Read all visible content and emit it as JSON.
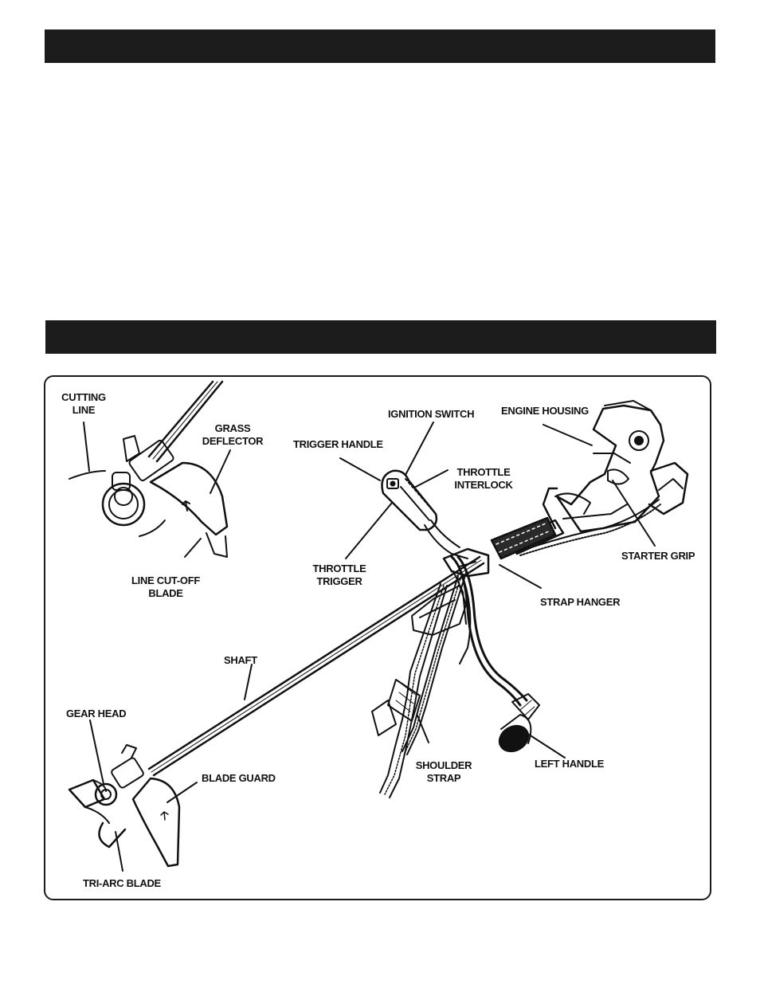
{
  "labels": {
    "cutting_line": [
      "CUTTING",
      "LINE"
    ],
    "grass_deflector": [
      "GRASS",
      "DEFLECTOR"
    ],
    "ignition_switch": "IGNITION SWITCH",
    "engine_housing": "ENGINE HOUSING",
    "trigger_handle": "TRIGGER HANDLE",
    "throttle_interlock": [
      "THROTTLE",
      "INTERLOCK"
    ],
    "starter_grip": "STARTER GRIP",
    "line_cutoff_blade": [
      "LINE CUT-OFF",
      "BLADE"
    ],
    "throttle_trigger": [
      "THROTTLE",
      "TRIGGER"
    ],
    "strap_hanger": "STRAP HANGER",
    "shaft": "SHAFT",
    "gear_head": "GEAR HEAD",
    "blade_guard": "BLADE GUARD",
    "shoulder_strap": [
      "SHOULDER",
      "STRAP"
    ],
    "left_handle": "LEFT  HANDLE",
    "tri_arc_blade": "TRI-ARC  BLADE"
  }
}
